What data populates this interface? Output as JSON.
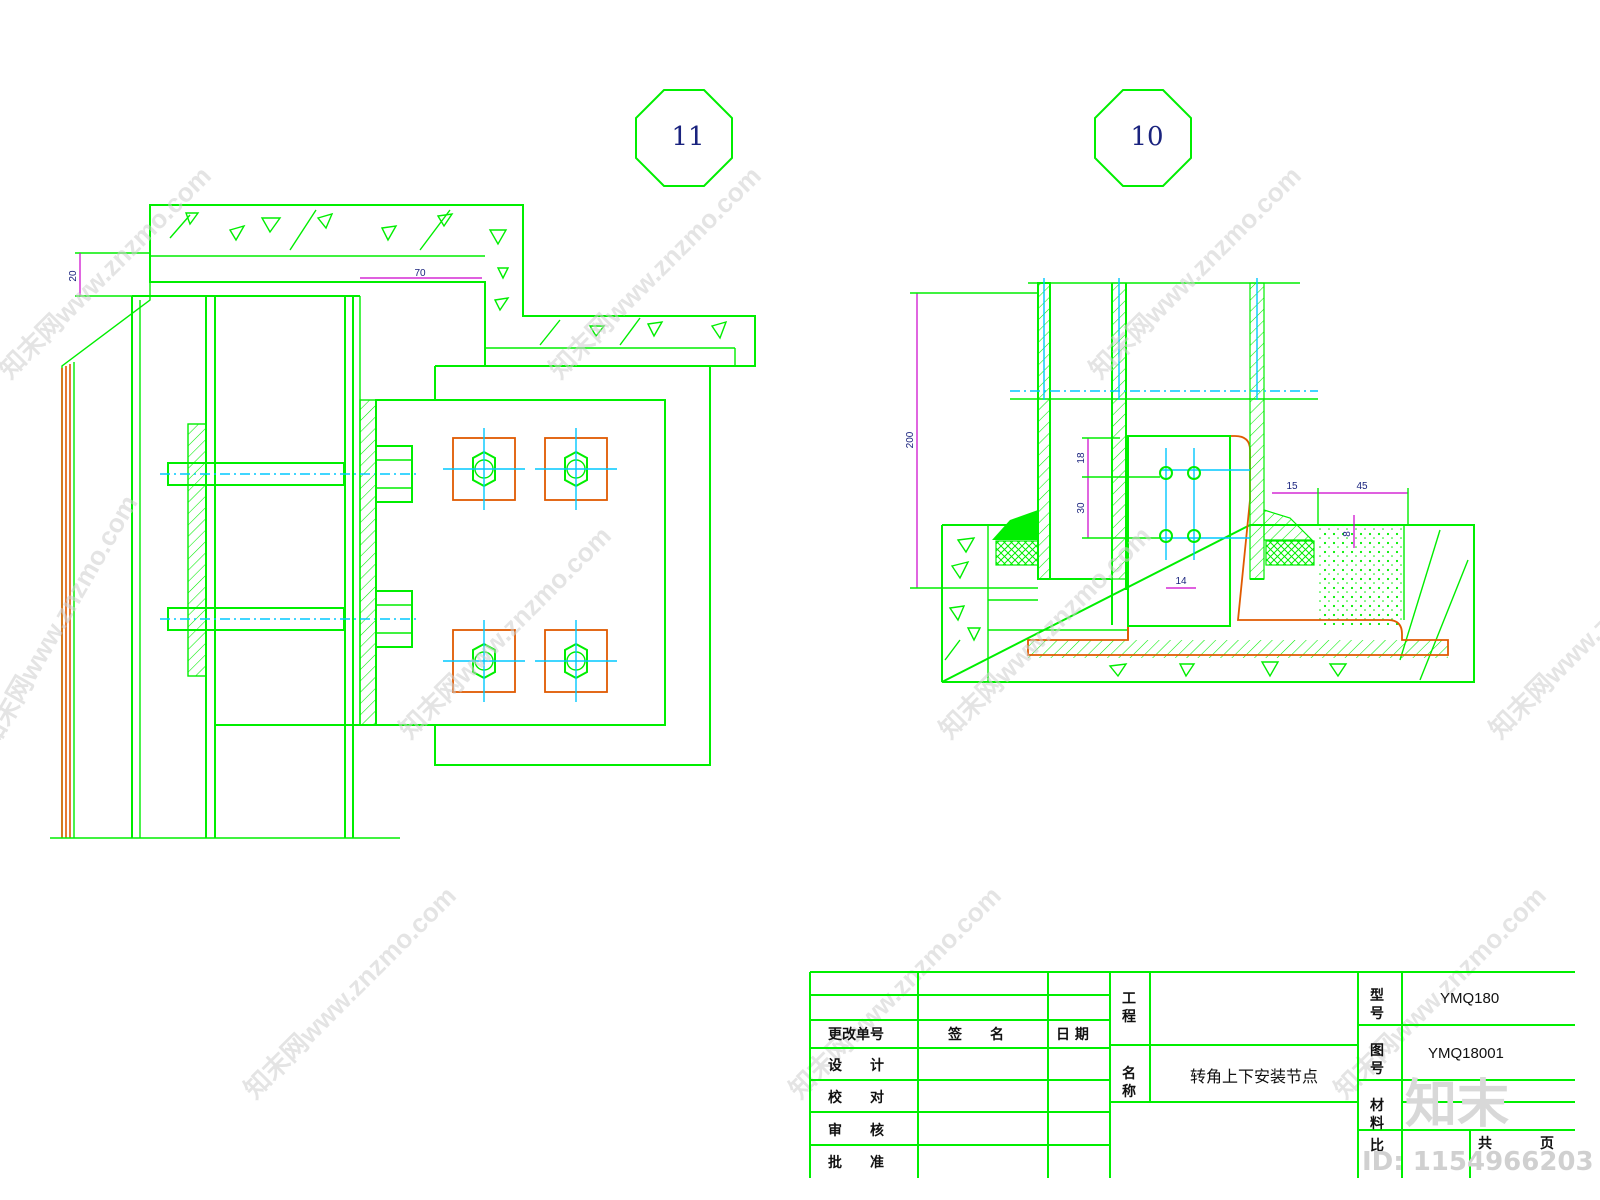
{
  "details": {
    "left_label": "11",
    "right_label": "10"
  },
  "dimensions": {
    "left_20": "20",
    "left_70": "70",
    "right_200": "200",
    "right_18": "18",
    "right_30": "30",
    "right_14": "14",
    "right_15": "15",
    "right_45": "45",
    "right_8": "8"
  },
  "title_block": {
    "change_no": "更改单号",
    "signature": "签　　名",
    "date": "日 期",
    "design": "设　　计",
    "check": "校　　对",
    "review": "审　　核",
    "approve": "批　　准",
    "project_label": "工\n程",
    "name_label": "名\n称",
    "drawing_name": "转角上下安装节点",
    "model_label": "型\n号",
    "model_value": "YMQ180",
    "drawing_no_label": "图\n号",
    "drawing_no_value": "YMQ18001",
    "material_label": "材\n料",
    "scale_label": "比",
    "total_label": "共",
    "page_label": "页"
  },
  "watermarks": {
    "site": "知末网www.znzmo.com",
    "brand": "知末",
    "id": "ID: 1154966203"
  }
}
